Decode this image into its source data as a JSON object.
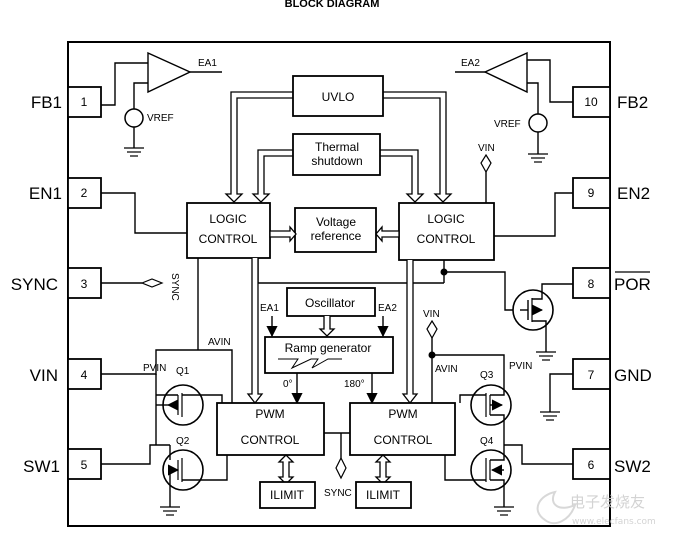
{
  "title": "BLOCK DIAGRAM",
  "pins": [
    {
      "num": "1",
      "name": "FB1",
      "side": "left"
    },
    {
      "num": "2",
      "name": "EN1",
      "side": "left"
    },
    {
      "num": "3",
      "name": "SYNC",
      "side": "left"
    },
    {
      "num": "4",
      "name": "VIN",
      "side": "left"
    },
    {
      "num": "5",
      "name": "SW1",
      "side": "left"
    },
    {
      "num": "10",
      "name": "FB2",
      "side": "right"
    },
    {
      "num": "9",
      "name": "EN2",
      "side": "right"
    },
    {
      "num": "8",
      "name": "POR",
      "side": "right",
      "overline": true
    },
    {
      "num": "7",
      "name": "GND",
      "side": "right"
    },
    {
      "num": "6",
      "name": "SW2",
      "side": "right"
    }
  ],
  "blocks": {
    "uvlo": "UVLO",
    "thermal": [
      "Thermal",
      "shutdown"
    ],
    "logic_left": [
      "LOGIC",
      "CONTROL"
    ],
    "logic_right": [
      "LOGIC",
      "CONTROL"
    ],
    "vref_block": [
      "Voltage",
      "reference"
    ],
    "oscillator": "Oscillator",
    "ramp": "Ramp generator",
    "pwm_left": [
      "PWM",
      "CONTROL"
    ],
    "pwm_right": [
      "PWM",
      "CONTROL"
    ],
    "ilimit_left": "ILIMIT",
    "ilimit_right": "ILIMIT"
  },
  "labels": {
    "ea1": "EA1",
    "ea2": "EA2",
    "vref_left": "VREF",
    "vref_right": "VREF",
    "vin_logic": "VIN",
    "vin_right": "VIN",
    "ramp_ea1": "EA1",
    "ramp_ea2": "EA2",
    "phase_0": "0°",
    "phase_180": "180°",
    "avin_left": "AVIN",
    "avin_right": "AVIN",
    "pvin_left": "PVIN",
    "pvin_right": "PVIN",
    "q1": "Q1",
    "q2": "Q2",
    "q3": "Q3",
    "q4": "Q4",
    "sync_internal": "SYNC",
    "sync_bottom": "SYNC"
  },
  "watermark": {
    "text_cn": "电子发烧友",
    "url": "www.elecfans.com"
  }
}
